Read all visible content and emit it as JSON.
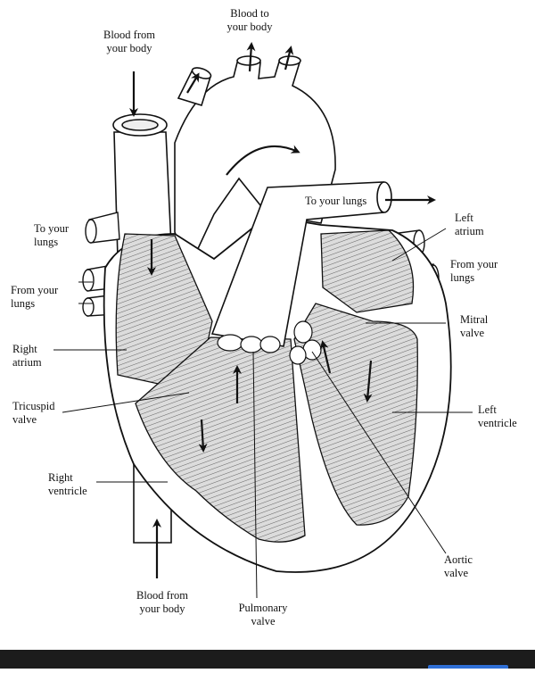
{
  "labels": {
    "blood_to_body": "Blood to\nyour body",
    "blood_from_body_top": "Blood from\nyour body",
    "to_your_lungs_right": "To your lungs",
    "left_atrium": "Left\natrium",
    "to_your_lungs_left": "To your\nlungs",
    "from_your_lungs_right": "From your\nlungs",
    "from_your_lungs_left": "From your\nlungs",
    "mitral_valve": "Mitral\nvalve",
    "right_atrium": "Right\natrium",
    "tricuspid_valve": "Tricuspid\nvalve",
    "left_ventricle": "Left\nventricle",
    "right_ventricle": "Right\nventricle",
    "aortic_valve": "Aortic\nvalve",
    "blood_from_body_bottom": "Blood from\nyour body",
    "pulmonary_valve": "Pulmonary\nvalve"
  },
  "colors": {
    "line": "#111111",
    "hatch_fill": "#d4d4d4",
    "bottom_bar": "#1c1c1c",
    "accent": "#2f6fd6"
  }
}
